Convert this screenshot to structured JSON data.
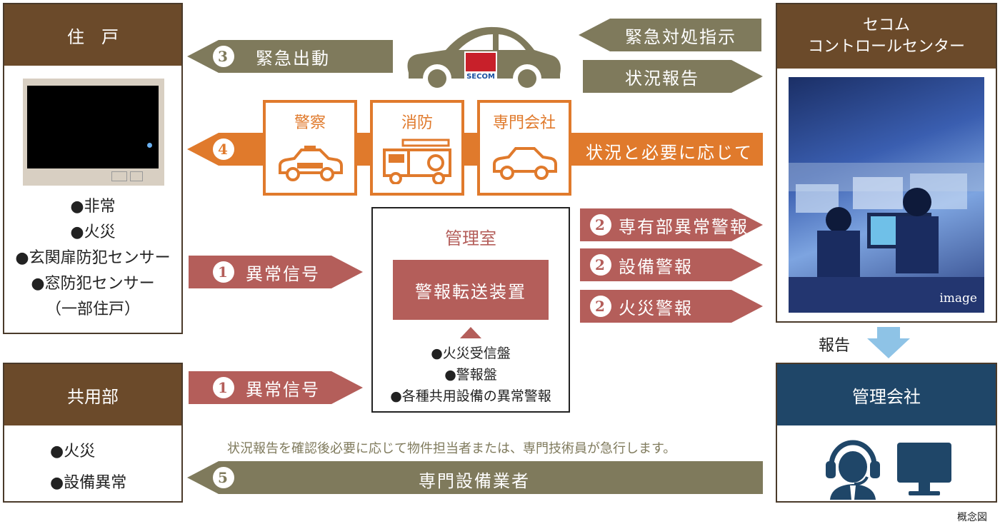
{
  "residence": {
    "title": "住　戸",
    "items": [
      "●非常",
      "●火災",
      "●玄関扉防犯センサー",
      "●窓防犯センサー"
    ],
    "note": "（一部住戸）"
  },
  "common": {
    "title": "共用部",
    "items": [
      "●火災",
      "●設備異常"
    ]
  },
  "control_center": {
    "title_line1": "セコム",
    "title_line2": "コントロールセンター",
    "image_caption": "image"
  },
  "management_company": {
    "title": "管理会社"
  },
  "report_label": "報告",
  "car_brand": "SECOM",
  "arrows": {
    "emergency_dispatch": {
      "num": "3",
      "label": "緊急出動"
    },
    "emergency_instruction": {
      "label": "緊急対処指示"
    },
    "status_report": {
      "label": "状況報告"
    },
    "services": {
      "num": "4",
      "label": "状況と必要に応じて"
    },
    "abnormal_signal_1": {
      "num": "1",
      "label": "異常信号"
    },
    "abnormal_signal_2": {
      "num": "1",
      "label": "異常信号"
    },
    "private_alarm": {
      "num": "2",
      "label": "専有部異常警報"
    },
    "equipment_alarm": {
      "num": "2",
      "label": "設備警報"
    },
    "fire_alarm": {
      "num": "2",
      "label": "火災警報"
    },
    "specialist": {
      "num": "5",
      "label": "専門設備業者"
    }
  },
  "services": [
    "警察",
    "消防",
    "専門会社"
  ],
  "management_room": {
    "title": "管理室",
    "device": "警報転送装置",
    "items": [
      "●火災受信盤",
      "●警報盤",
      "●各種共用設備の異常警報"
    ]
  },
  "footnote": "状況報告を確認後必要に応じて物件担当者または、専門技術員が急行します。",
  "caption": "概念図",
  "colors": {
    "brown": "#6b4a2a",
    "navy": "#1f4668",
    "olive": "#7f7a5c",
    "rose": "#b45e5a",
    "orange": "#e07a2c",
    "light_blue": "#8ec3e6"
  }
}
